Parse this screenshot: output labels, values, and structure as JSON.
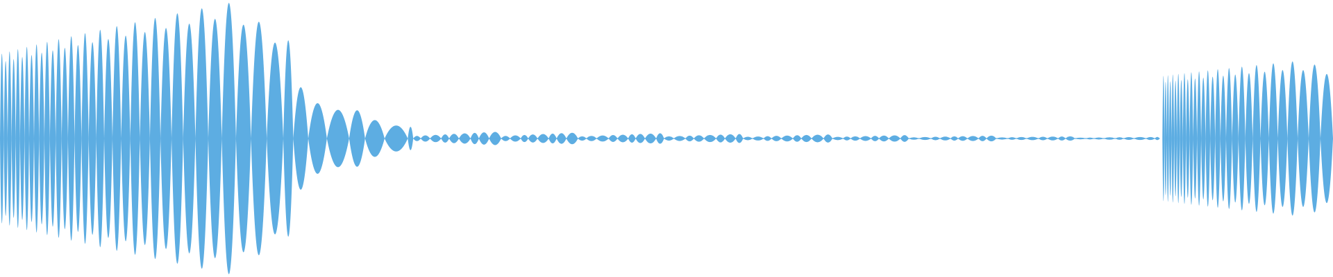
{
  "waveform": {
    "color": "#5DADE2",
    "background": "#FFFFFF",
    "segments": [
      {
        "start": 0.0,
        "end": 0.22,
        "form": "burst",
        "level_start": 0.62,
        "level_peak": 1.0,
        "level_end": 0.7,
        "cycle_start": 0.0028,
        "cycle_end": 0.0135
      },
      {
        "start": 0.22,
        "end": 0.31,
        "form": "decay",
        "level_start": 0.42,
        "level_end": 0.08,
        "cycle": 0.015
      },
      {
        "start": 0.31,
        "end": 0.87,
        "form": "quiet",
        "level_start": 0.055,
        "level_end": 0.012,
        "cycle": 0.0075
      },
      {
        "start": 0.872,
        "end": 1.0,
        "form": "burst",
        "level_start": 0.46,
        "level_peak": 0.57,
        "level_end": 0.52,
        "cycle_start": 0.0016,
        "cycle_end": 0.0102
      }
    ]
  }
}
